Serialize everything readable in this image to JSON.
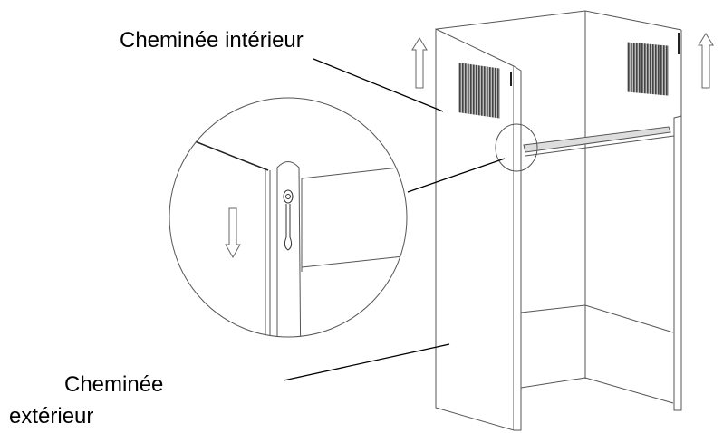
{
  "labels": {
    "inner_chimney": "Cheminée intérieur",
    "outer_chimney_line1": "Cheminée",
    "outer_chimney_line2": "extérieur"
  },
  "icons": [
    "arrow-up-icon",
    "arrow-up-icon",
    "arrow-down-icon",
    "keyhole-slot-icon",
    "vent-grille-icon"
  ],
  "colors": {
    "line": "#555555",
    "leader": "#000000",
    "grille": "#444444"
  }
}
